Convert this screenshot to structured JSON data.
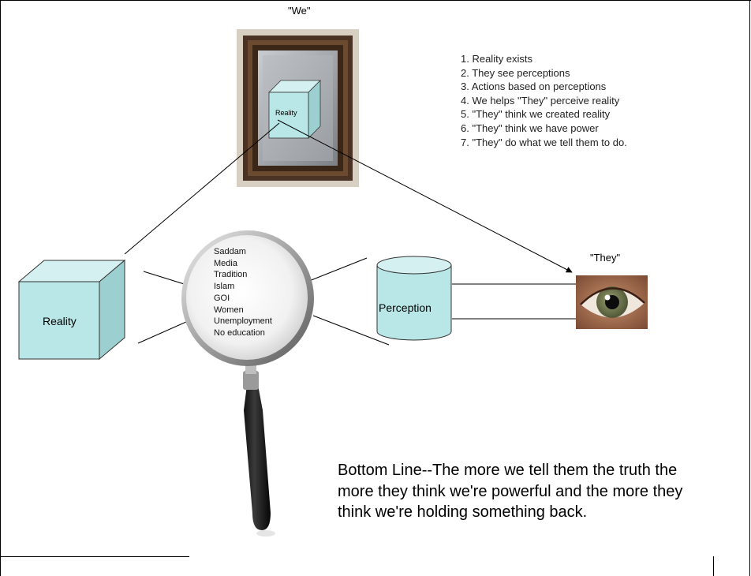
{
  "labels": {
    "we": "\"We\"",
    "they": "\"They\"",
    "reality_small": "Reality",
    "reality_big": "Reality",
    "perception": "Perception"
  },
  "numbered_list": [
    "1.  Reality exists",
    "2.  They see perceptions",
    "3.  Actions based on perceptions",
    "4.  We helps \"They\" perceive reality",
    "5.  \"They\" think we created reality",
    "6.  \"They\" think we have power",
    "7.  \"They\" do what we tell them to do."
  ],
  "lens_factors": [
    "Saddam",
    "Media",
    "Tradition",
    "Islam",
    "GOI",
    "Women",
    "Unemployment",
    "No education"
  ],
  "bottom_line": "Bottom Line--The more we tell them the truth the more they think we're powerful and the more they think we're holding something back.",
  "colors": {
    "cube_fill": "#b9e6e6",
    "cube_side": "#9ccfd0",
    "frame_brown": "#4a3324",
    "mirror_grey": "#9fa3a8",
    "eye_iris": "#6f7a52"
  }
}
